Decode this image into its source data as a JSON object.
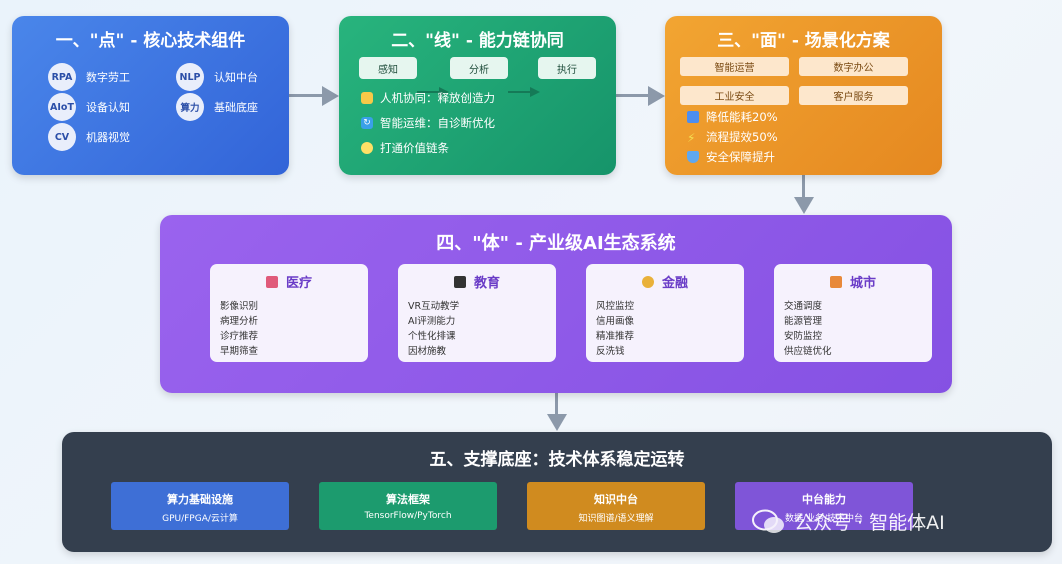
{
  "box1": {
    "title": "一、\"点\" - 核心技术组件",
    "items": [
      {
        "abbr": "RPA",
        "label": "数字劳工"
      },
      {
        "abbr": "AIoT",
        "label": "设备认知"
      },
      {
        "abbr": "CV",
        "label": "机器视觉"
      },
      {
        "abbr": "NLP",
        "label": "认知中台"
      },
      {
        "abbr": "算力",
        "label": "基础底座"
      }
    ]
  },
  "box2": {
    "title": "二、\"线\" - 能力链协同",
    "flow": [
      "感知",
      "分析",
      "执行"
    ],
    "bullets": [
      {
        "icon": "handshake-icon",
        "text": "人机协同：释放创造力"
      },
      {
        "icon": "refresh-icon",
        "text": "智能运维：自诊断优化"
      },
      {
        "icon": "lightbulb-icon",
        "text": "打通价值链条"
      }
    ]
  },
  "box3": {
    "title": "三、\"面\" - 场景化方案",
    "scenes": [
      "智能运营",
      "数字办公",
      "工业安全",
      "客户服务"
    ],
    "metrics": [
      {
        "icon": "bar-chart-icon",
        "text": "降低能耗20%"
      },
      {
        "icon": "lightning-icon",
        "text": "流程提效50%"
      },
      {
        "icon": "shield-icon",
        "text": "安全保障提升"
      }
    ]
  },
  "box4": {
    "title": "四、\"体\" - 产业级AI生态系统",
    "industries": [
      {
        "icon": "hospital-icon",
        "name": "医疗",
        "items": [
          "影像识别",
          "病理分析",
          "诊疗推荐",
          "早期筛查"
        ]
      },
      {
        "icon": "graduation-cap-icon",
        "name": "教育",
        "items": [
          "VR互动教学",
          "AI评测能力",
          "个性化排课",
          "因材施教"
        ]
      },
      {
        "icon": "money-bag-icon",
        "name": "金融",
        "items": [
          "风控监控",
          "信用画像",
          "精准推荐",
          "反洗钱"
        ]
      },
      {
        "icon": "city-icon",
        "name": "城市",
        "items": [
          "交通调度",
          "能源管理",
          "安防监控",
          "供应链优化"
        ]
      }
    ]
  },
  "box5": {
    "title": "五、支撑底座：技术体系稳定运转",
    "supports": [
      {
        "title": "算力基础设施",
        "sub": "GPU/FPGA/云计算",
        "color": "#3e6fd6"
      },
      {
        "title": "算法框架",
        "sub": "TensorFlow/PyTorch",
        "color": "#1c9b6e"
      },
      {
        "title": "知识中台",
        "sub": "知识图谱/语义理解",
        "color": "#d08b1f"
      },
      {
        "title": "中台能力",
        "sub": "数据/业务/技术中台",
        "color": "#7f55d8"
      }
    ]
  },
  "watermark": "公众号 · 智能体AI",
  "colors": {
    "arrow": "#8c99aa",
    "box1": "#3f74e0",
    "box2": "#20a574",
    "box3": "#ec9627",
    "box4": "#8e5ae9",
    "box5": "#343f4e"
  }
}
